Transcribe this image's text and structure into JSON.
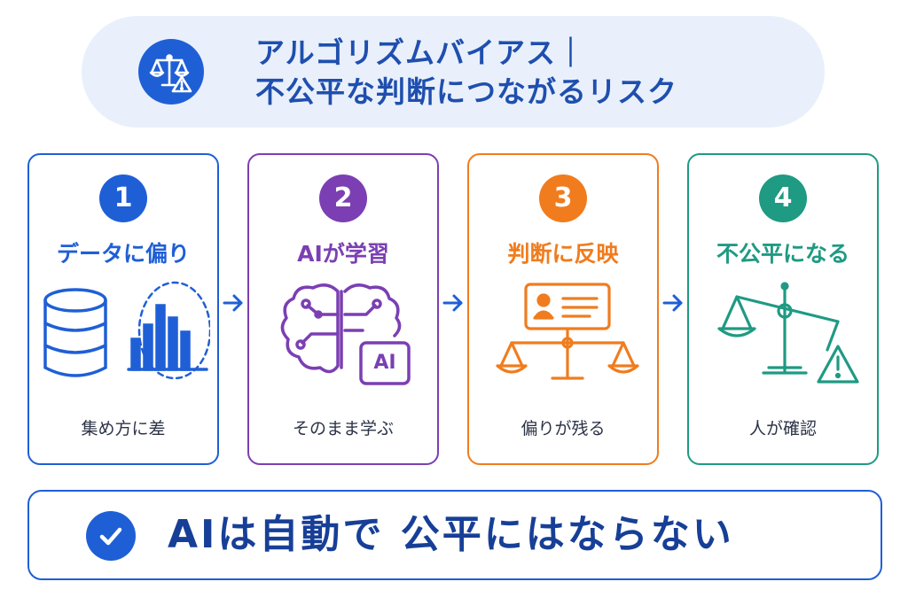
{
  "header": {
    "title_line1": "アルゴリズムバイアス｜",
    "title_line2": "不公平な判断につながるリスク",
    "icon": "scale-warning-icon"
  },
  "steps": [
    {
      "number": "1",
      "title": "データに偏り",
      "caption": "集め方に差",
      "color": "#1f5fd6",
      "icon": "database-bar-chart-icon"
    },
    {
      "number": "2",
      "title": "AIが学習",
      "caption": "そのまま学ぶ",
      "color": "#7b3fb3",
      "icon": "brain-ai-icon",
      "icon_label": "AI"
    },
    {
      "number": "3",
      "title": "判断に反映",
      "caption": "偏りが残る",
      "color": "#f07c1e",
      "icon": "id-card-balance-icon"
    },
    {
      "number": "4",
      "title": "不公平になる",
      "caption": "人が確認",
      "color": "#1f9a83",
      "icon": "tilted-scale-warning-icon"
    }
  ],
  "footer": {
    "text": "AIは自動で 公平にはならない",
    "icon": "check-icon"
  },
  "colors": {
    "primary": "#1f5fd6",
    "header_bg": "#e9f0fb",
    "title_text": "#1f4fae"
  }
}
